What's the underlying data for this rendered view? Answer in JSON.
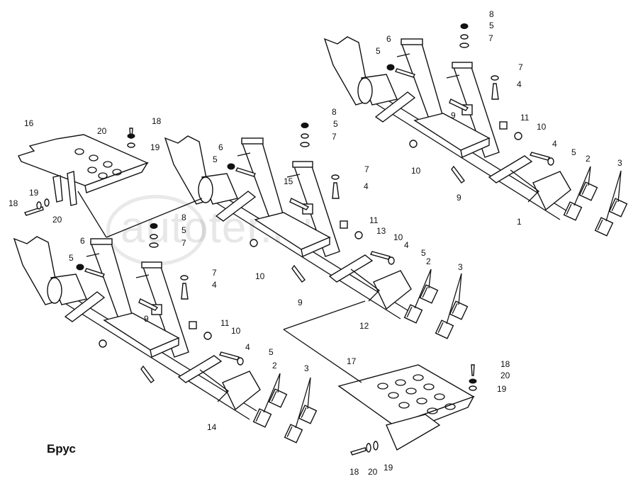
{
  "caption": "Брус",
  "watermark": "autoter.ru",
  "callouts": [
    "8",
    "5",
    "7",
    "6",
    "5",
    "7",
    "4",
    "9",
    "11",
    "10",
    "10",
    "4",
    "5",
    "2",
    "3",
    "9",
    "1",
    "16",
    "18",
    "20",
    "19",
    "8",
    "5",
    "7",
    "6",
    "5",
    "15",
    "7",
    "4",
    "19",
    "18",
    "20",
    "11",
    "13",
    "10",
    "4",
    "5",
    "10",
    "2",
    "3",
    "9",
    "12",
    "8",
    "5",
    "7",
    "6",
    "5",
    "7",
    "4",
    "9",
    "11",
    "10",
    "4",
    "5",
    "2",
    "3",
    "14",
    "17",
    "18",
    "20",
    "19",
    "18",
    "20",
    "19"
  ]
}
